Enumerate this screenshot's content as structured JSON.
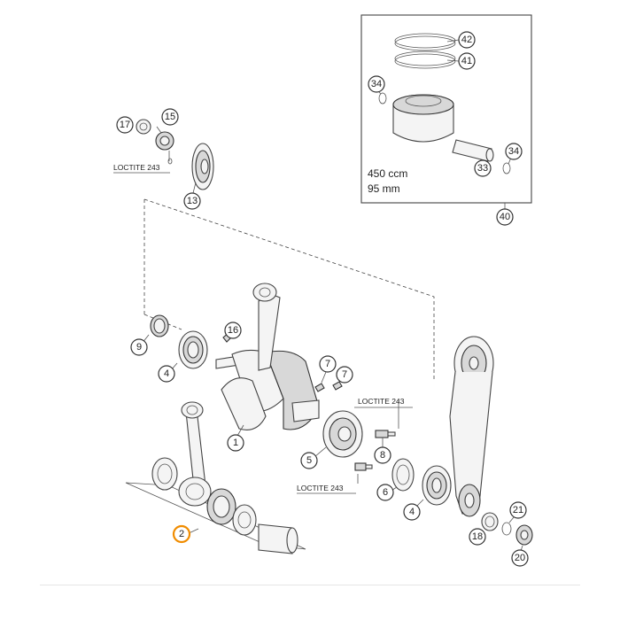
{
  "diagram": {
    "callouts": {
      "c1": "1",
      "c2": "2",
      "c4a": "4",
      "c4b": "4",
      "c5": "5",
      "c6": "6",
      "c7a": "7",
      "c7b": "7",
      "c8": "8",
      "c9": "9",
      "c13": "13",
      "c15": "15",
      "c16": "16",
      "c17": "17",
      "c18": "18",
      "c20": "20",
      "c21": "21",
      "c33": "33",
      "c34a": "34",
      "c34b": "34",
      "c40": "40",
      "c41": "41",
      "c42": "42"
    },
    "loctite": {
      "top": "LOCTITE 243",
      "right": "LOCTITE 243",
      "bottom": "LOCTITE 243"
    },
    "piston_spec": {
      "displacement": "450 ccm",
      "bore": "95 mm"
    },
    "colors": {
      "highlight": "#f08c00",
      "line": "#333333"
    }
  }
}
